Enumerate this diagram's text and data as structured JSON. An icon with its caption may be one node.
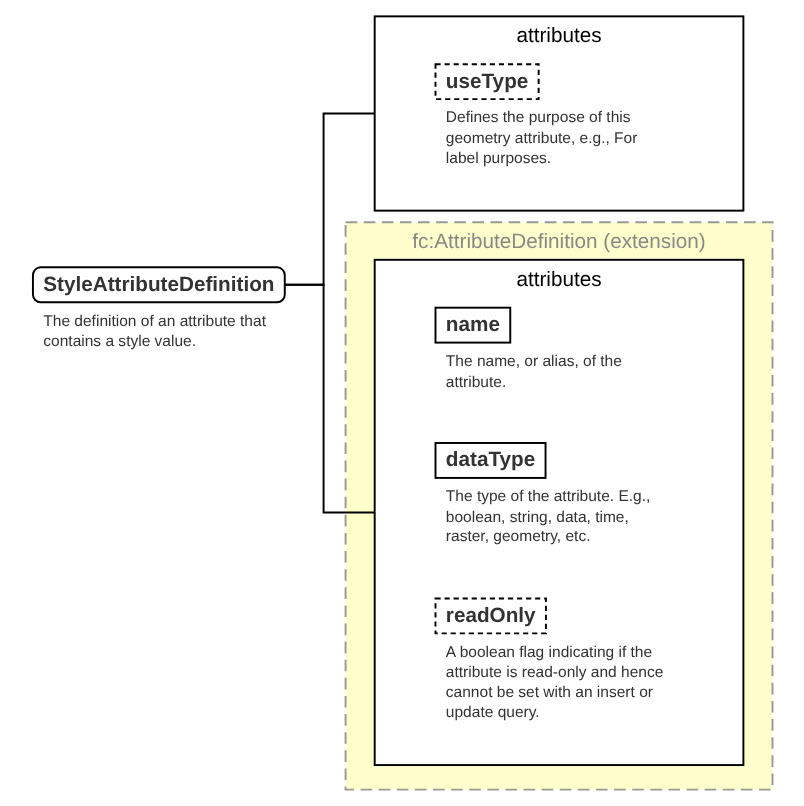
{
  "diagram": {
    "nodes": [
      {
        "text": [
          "StyleAttributeDefinition"
        ],
        "beside": [
          "The definition of an attribute that contains a style value."
        ]
      },
      {
        "text": [
          "fc:AttributeDefinition (extension)"
        ]
      },
      {
        "text": [
          "attributes"
        ],
        "in": 1
      },
      {
        "text": [
          "name"
        ],
        "in": 2,
        "beside": [
          "The name, or alias, of the attribute."
        ]
      },
      {
        "text": [
          "dataType"
        ],
        "in": 2,
        "beside": [
          "The type of the attribute. E.g., boolean, string, data, time, raster, geometry, etc."
        ]
      },
      {
        "text": [
          "readOnly"
        ],
        "in": 2,
        "beside": [
          "A boolean flag indicating if the attribute is read-only and hence cannot be set with an insert or update query."
        ]
      },
      {
        "text": [
          "attributes"
        ]
      },
      {
        "text": [
          "useType"
        ],
        "in": 6,
        "beside": [
          "Defines the purpose of this geometry attribute, e.g., For label purposes."
        ]
      }
    ],
    "edges": [
      {
        "from": 0,
        "to": 2,
        "arrow": "none"
      },
      {
        "from": 0,
        "to": 6,
        "arrow": "none"
      }
    ]
  }
}
